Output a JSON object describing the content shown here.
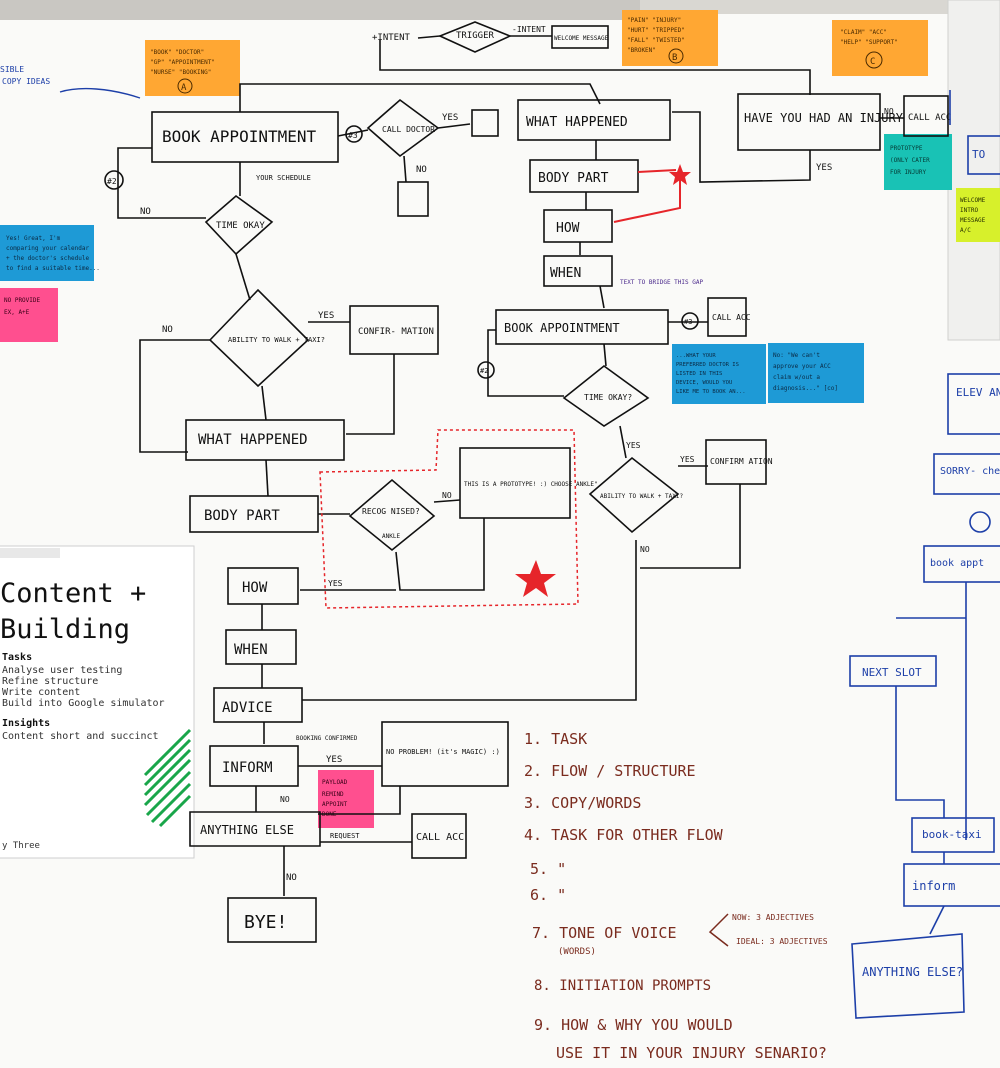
{
  "colors": {
    "board": "#fbfbfa",
    "ink": "#111111",
    "brown_ink": "#7a2b1e",
    "blue_ink": "#1d3fa8",
    "purple_ink": "#4b2a8c",
    "red": "#e6252a",
    "sticky_orange": "#ffa733",
    "sticky_blue": "#1e9ad6",
    "sticky_pink": "#ff4f8f",
    "sticky_teal": "#19c2b5",
    "sticky_lime": "#d7f02b",
    "poster_green": "#19a64a"
  },
  "left_flow": {
    "intent": "+INTENT",
    "trigger": "TRIGGER",
    "intent2": "-INTENT",
    "welcome": "WELCOME MESSAGE",
    "book_appointment": "BOOK APPOINTMENT",
    "call_doctor": "CALL DOCTOR",
    "yes1": "YES",
    "no1": "NO",
    "your_schedule": "YOUR SCHEDULE",
    "loop2": "#2",
    "no2": "NO",
    "time_okay": "TIME OKAY",
    "ability": "ABILITY TO WALK + TAXI?",
    "yes_conf": "YES",
    "confirmation": "CONFIR- MATION",
    "no3": "NO",
    "what_happened": "WHAT HAPPENED",
    "body_part": "BODY PART",
    "recognised": "RECOG NISED?",
    "ankle": "ANKLE",
    "no_rec": "NO",
    "prototype_box": "THIS IS A PROTOTYPE! :) CHOOSE ANKLE\"",
    "yes_rec": "YES",
    "how": "HOW",
    "when": "WHEN",
    "advice": "ADVICE",
    "booking_confirmed": "BOOKING CONFIRMED",
    "inform": "INFORM",
    "yes_inform": "YES",
    "no_problem": "NO PROBLEM! (it's MAGIC) :)",
    "no_inform": "NO",
    "anything_else": "ANYTHING ELSE",
    "request": "REQUEST",
    "call_acc": "CALL ACC",
    "no_end": "NO",
    "bye": "BYE!",
    "loop3": "#3"
  },
  "right_flow": {
    "have_you_had": "HAVE YOU HAD AN INJURY",
    "no": "NO",
    "call_acc": "CALL ACC",
    "yes": "YES",
    "what_happened": "WHAT HAPPENED",
    "body_part": "BODY PART",
    "how": "HOW",
    "when": "WHEN",
    "text_note": "TEXT TO BRIDGE THIS GAP",
    "book_appointment": "BOOK APPOINTMENT",
    "loop3": "#3",
    "call_acc2": "CALL ACC",
    "loop2": "#2",
    "time_okay": "TIME OKAY?",
    "yes_time": "YES",
    "ability": "ABILITY TO WALK + TAXI?",
    "yes_ab": "YES",
    "confirmation": "CONFIRM ATION",
    "no_ab": "NO"
  },
  "stickies": {
    "a": {
      "label": "A",
      "lines": [
        "\"BOOK\" \"DOCTOR\"",
        "\"GP\" \"APPOINTMENT\"",
        "\"NURSE\" \"BOOKING\""
      ]
    },
    "b": {
      "label": "B",
      "lines": [
        "\"PAIN\" \"INJURY\"",
        "\"HURT\" \"TRIPPED\"",
        "\"FALL\" \"TWISTED\"",
        "\"BROKEN\""
      ]
    },
    "c": {
      "label": "C",
      "lines": [
        "\"CLAIM\" \"ACC\"",
        "\"HELP\" \"SUPPORT\""
      ]
    },
    "blue_left": {
      "lines": [
        "Yes! Great, I'm",
        "comparing your calendar",
        "+ the doctor's schedule",
        "to find a suitable time..."
      ]
    },
    "pink_left": {
      "lines": [
        "NO PROVIDE",
        "EX, A+E"
      ]
    },
    "blue_right1": {
      "lines": [
        "...WHAT YOUR",
        "PREFERRED DOCTOR IS",
        "LISTED IN THIS",
        "DEVICE, WOULD YOU",
        "LIKE ME TO BOOK AN..."
      ]
    },
    "blue_right2": {
      "lines": [
        "No: \"We can't",
        "approve your ACC",
        "claim w/out a",
        "diagnosis...\" [co]"
      ]
    },
    "teal": {
      "lines": [
        "PROTOTYPE",
        "(ONLY CATER",
        "FOR INJURY"
      ]
    },
    "lime": {
      "lines": [
        "WELCOME",
        "INTRO",
        "MESSAGE",
        "A/C"
      ]
    },
    "pink_payload": {
      "lines": [
        "PAYLOAD",
        "REMIND",
        "APPOINT",
        "DONE"
      ]
    }
  },
  "poster": {
    "title_line1": "Content +",
    "title_line2": "Building",
    "tasks_heading": "Tasks",
    "tasks": [
      "Analyse user testing",
      "Refine structure",
      "Write content",
      "Build into Google simulator"
    ],
    "insights_heading": "Insights",
    "insights": [
      "Content short and succinct"
    ],
    "footer": "y Three"
  },
  "list": {
    "items": [
      "1. TASK",
      "2. FLOW / STRUCTURE",
      "3. COPY/WORDS",
      "4. TASK FOR OTHER FLOW",
      "5. \"",
      "6. \"",
      "7. TONE OF VOICE",
      "(WORDS)",
      "NOW: 3 ADJECTIVES",
      "IDEAL: 3 ADJECTIVES",
      "8. INITIATION PROMPTS",
      "9. HOW & WHY YOU WOULD",
      "USE IT IN YOUR INJURY SENARIO?"
    ]
  },
  "blue_notes": {
    "sible": "SIBLE",
    "copy_ideas": "COPY IDEAS",
    "elev": "ELEV ANK",
    "sorry": "SORRY- check co",
    "book_appt": "book appt",
    "next_slot": "NEXT SLOT",
    "book_taxi": "book-taxi",
    "inform": "inform",
    "anything_else": "ANYTHING ELSE?",
    "to": "TO"
  }
}
